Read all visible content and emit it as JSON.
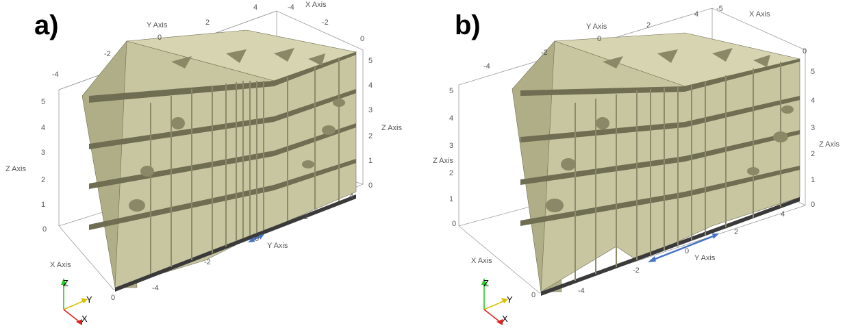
{
  "panels": [
    {
      "id": "a",
      "label": "a)",
      "axis_titles": {
        "x": "X Axis",
        "y": "Y Axis",
        "z": "Z Axis",
        "x_top": "X Axis",
        "y_top": "Y Axis",
        "z_right": "Z Axis"
      },
      "z_ticks_left": [
        "5",
        "4",
        "3",
        "2",
        "1",
        "0"
      ],
      "z_ticks_right": [
        "5",
        "4",
        "3",
        "2",
        "1",
        "0"
      ],
      "y_ticks_top": [
        "-4",
        "-2",
        "0",
        "2",
        "4"
      ],
      "x_ticks_top": [
        "-4",
        "-2",
        "0"
      ],
      "y_ticks_bottom": [
        "-4",
        "-2",
        "0",
        "2",
        "4"
      ],
      "x_ticks_bottom": [
        "0"
      ],
      "triad": {
        "z": "Z",
        "y": "Y",
        "x": "X"
      }
    },
    {
      "id": "b",
      "label": "b)",
      "axis_titles": {
        "x": "X Axis",
        "y": "Y Axis",
        "z": "Z Axis",
        "x_top": "X Axis",
        "y_top": "Y Axis",
        "z_right": "Z Axis"
      },
      "z_ticks_left": [
        "5",
        "4",
        "3",
        "2",
        "1",
        "0"
      ],
      "z_ticks_right": [
        "5",
        "4",
        "3",
        "2",
        "1",
        "0"
      ],
      "y_ticks_top": [
        "-4",
        "-2",
        "0",
        "2",
        "4"
      ],
      "x_ticks_top": [
        "-5",
        "0"
      ],
      "y_ticks_bottom": [
        "-4",
        "-2",
        "0",
        "2",
        "4"
      ],
      "x_ticks_bottom": [
        "0"
      ],
      "triad": {
        "z": "Z",
        "y": "Y",
        "x": "X"
      }
    }
  ],
  "colors": {
    "solid": "#c8c6a0",
    "arrow": "#4472c4",
    "triad_x": "#e02020",
    "triad_y": "#d8c000",
    "triad_z": "#22cc22"
  }
}
